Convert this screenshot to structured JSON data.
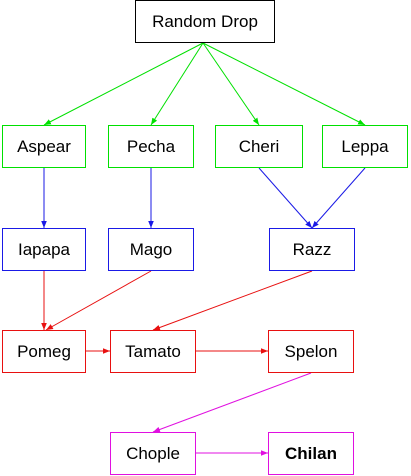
{
  "colors": {
    "black": "#000000",
    "green": "#00e000",
    "blue": "#1a1ae6",
    "red": "#e81010",
    "magenta": "#e010e0"
  },
  "nodes": {
    "random_drop": {
      "label": "Random Drop",
      "color": "black"
    },
    "aspear": {
      "label": "Aspear",
      "color": "green"
    },
    "pecha": {
      "label": "Pecha",
      "color": "green"
    },
    "cheri": {
      "label": "Cheri",
      "color": "green"
    },
    "leppa": {
      "label": "Leppa",
      "color": "green"
    },
    "iapapa": {
      "label": "Iapapa",
      "color": "blue"
    },
    "mago": {
      "label": "Mago",
      "color": "blue"
    },
    "razz": {
      "label": "Razz",
      "color": "blue"
    },
    "pomeg": {
      "label": "Pomeg",
      "color": "red"
    },
    "tamato": {
      "label": "Tamato",
      "color": "red"
    },
    "spelon": {
      "label": "Spelon",
      "color": "red"
    },
    "chople": {
      "label": "Chople",
      "color": "magenta"
    },
    "chilan": {
      "label": "Chilan",
      "color": "magenta",
      "bold": true
    }
  },
  "edges": [
    {
      "from": "random_drop",
      "to": "aspear",
      "color": "green"
    },
    {
      "from": "random_drop",
      "to": "pecha",
      "color": "green"
    },
    {
      "from": "random_drop",
      "to": "cheri",
      "color": "green"
    },
    {
      "from": "random_drop",
      "to": "leppa",
      "color": "green"
    },
    {
      "from": "aspear",
      "to": "iapapa",
      "color": "blue"
    },
    {
      "from": "pecha",
      "to": "mago",
      "color": "blue"
    },
    {
      "from": "cheri",
      "to": "razz",
      "color": "blue"
    },
    {
      "from": "leppa",
      "to": "razz",
      "color": "blue"
    },
    {
      "from": "iapapa",
      "to": "pomeg",
      "color": "red"
    },
    {
      "from": "mago",
      "to": "pomeg",
      "color": "red"
    },
    {
      "from": "razz",
      "to": "tamato",
      "color": "red"
    },
    {
      "from": "pomeg",
      "to": "tamato",
      "color": "red"
    },
    {
      "from": "tamato",
      "to": "spelon",
      "color": "red"
    },
    {
      "from": "spelon",
      "to": "chople",
      "color": "magenta"
    },
    {
      "from": "chople",
      "to": "chilan",
      "color": "magenta"
    }
  ]
}
